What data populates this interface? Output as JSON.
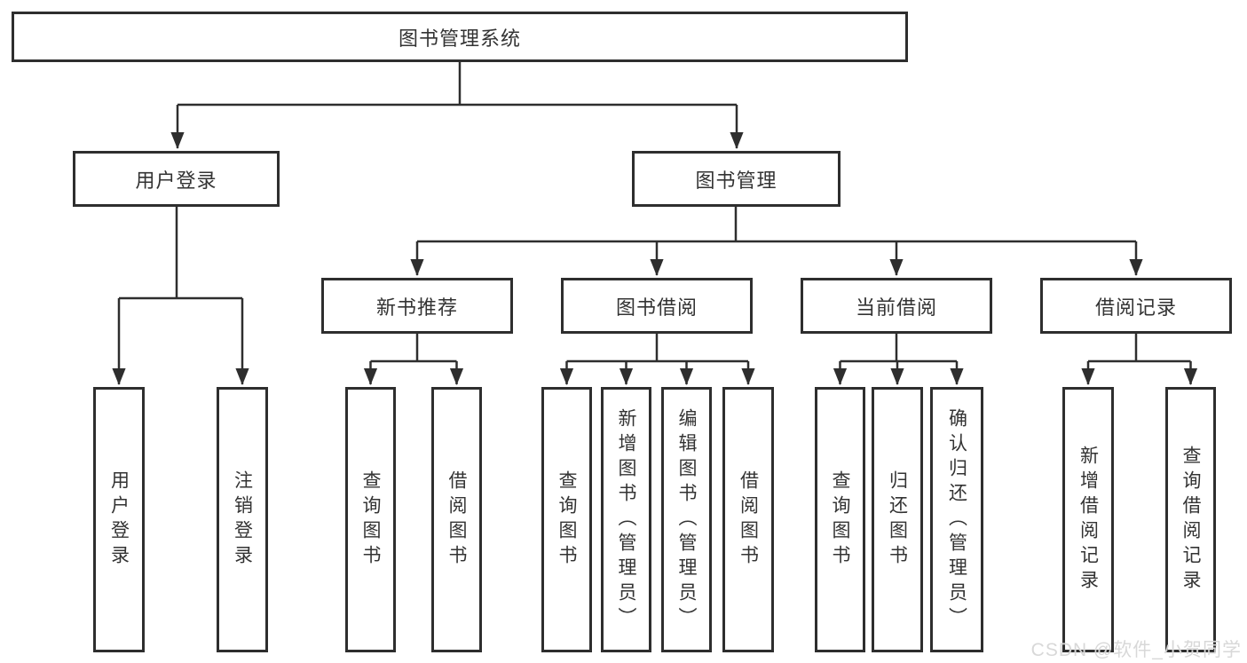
{
  "diagram": {
    "title": "图书管理系统",
    "root": {
      "label": "图书管理系统"
    },
    "user_login": {
      "label": "用户登录",
      "children": [
        "用户登录",
        "注销登录"
      ]
    },
    "book_management": {
      "label": "图书管理"
    },
    "new_book": {
      "label": "新书推荐",
      "children": [
        "查询图书",
        "借阅图书"
      ]
    },
    "book_borrow": {
      "label": "图书借阅",
      "children": [
        "查询图书",
        "新增图书（管理员）",
        "编辑图书（管理员）",
        "借阅图书"
      ]
    },
    "current_borrow": {
      "label": "当前借阅",
      "children": [
        "查询图书",
        "归还图书",
        "确认归还（管理员）"
      ]
    },
    "borrow_records": {
      "label": "借阅记录",
      "children": [
        "新增借阅记录",
        "查询借阅记录"
      ]
    }
  },
  "watermark": "CSDN @软件_小贺同学",
  "colors": {
    "line": "#2e2e2e",
    "text": "#333333",
    "background": "#ffffff"
  }
}
